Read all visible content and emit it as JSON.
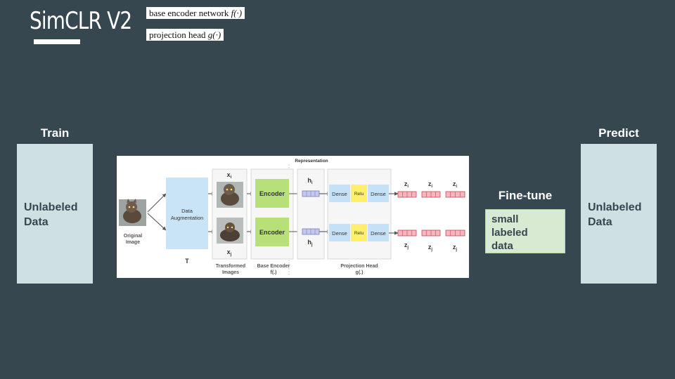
{
  "slide": {
    "title": "SimCLR V2",
    "legend": {
      "base_encoder_text": "base encoder network ",
      "base_encoder_fn": "f(·)",
      "projection_head_text": "projection head ",
      "projection_head_fn": "g(·)"
    },
    "train": {
      "heading": "Train",
      "box_lines": [
        "Unlabeled",
        "Data"
      ]
    },
    "finetune": {
      "heading": "Fine-tune",
      "box_lines": [
        "small",
        "labeled",
        "data"
      ]
    },
    "predict": {
      "heading": "Predict",
      "box_lines": [
        "Unlabeled",
        "Data"
      ]
    }
  },
  "diagram": {
    "representation_label": "Representation",
    "original_image_label": [
      "Original",
      "Image"
    ],
    "augmentation_label": [
      "Data",
      "Augmentation"
    ],
    "augmentation_symbol": "T",
    "xi": "x",
    "xi_sub": "i",
    "xj": "x",
    "xj_sub": "j",
    "transformed_label": [
      "Transformed",
      "Images"
    ],
    "encoder_label": "Encoder",
    "base_encoder_label": [
      "Base Encoder",
      "f(.)"
    ],
    "hi": "h",
    "hi_sub": "i",
    "hj": "h",
    "hj_sub": "j",
    "dense_label": "Dense",
    "relu_label": "Relu",
    "projection_head_label": [
      "Projection Head",
      "g(.)"
    ],
    "z": "z",
    "zi_sub": "i",
    "zj_sub": "j"
  },
  "colors": {
    "background": "#37474f",
    "data_box": "#cfe0e3",
    "finetune_box": "#d9ead3",
    "augmentation": "#c9e4f7",
    "encoder": "#b8e07a",
    "dense": "#c5e1f7",
    "relu": "#ffef6b",
    "h_vector": "#c5c8ee",
    "z_vector": "#f7b5bd"
  }
}
